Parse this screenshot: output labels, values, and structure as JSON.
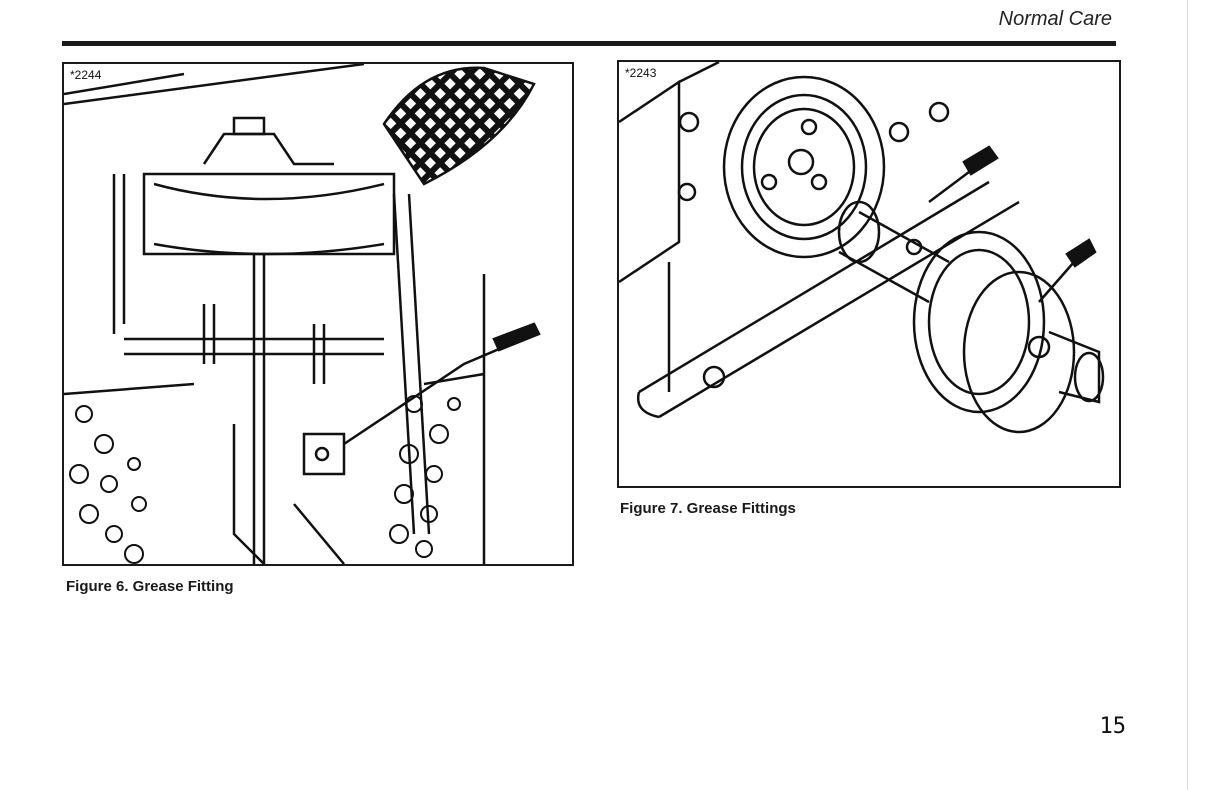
{
  "header": {
    "title": "Normal Care"
  },
  "figures": [
    {
      "id": "*2244",
      "caption": "Figure 6. Grease Fitting"
    },
    {
      "id": "*2243",
      "caption": "Figure 7. Grease Fittings"
    }
  ],
  "page": {
    "number": "15"
  }
}
